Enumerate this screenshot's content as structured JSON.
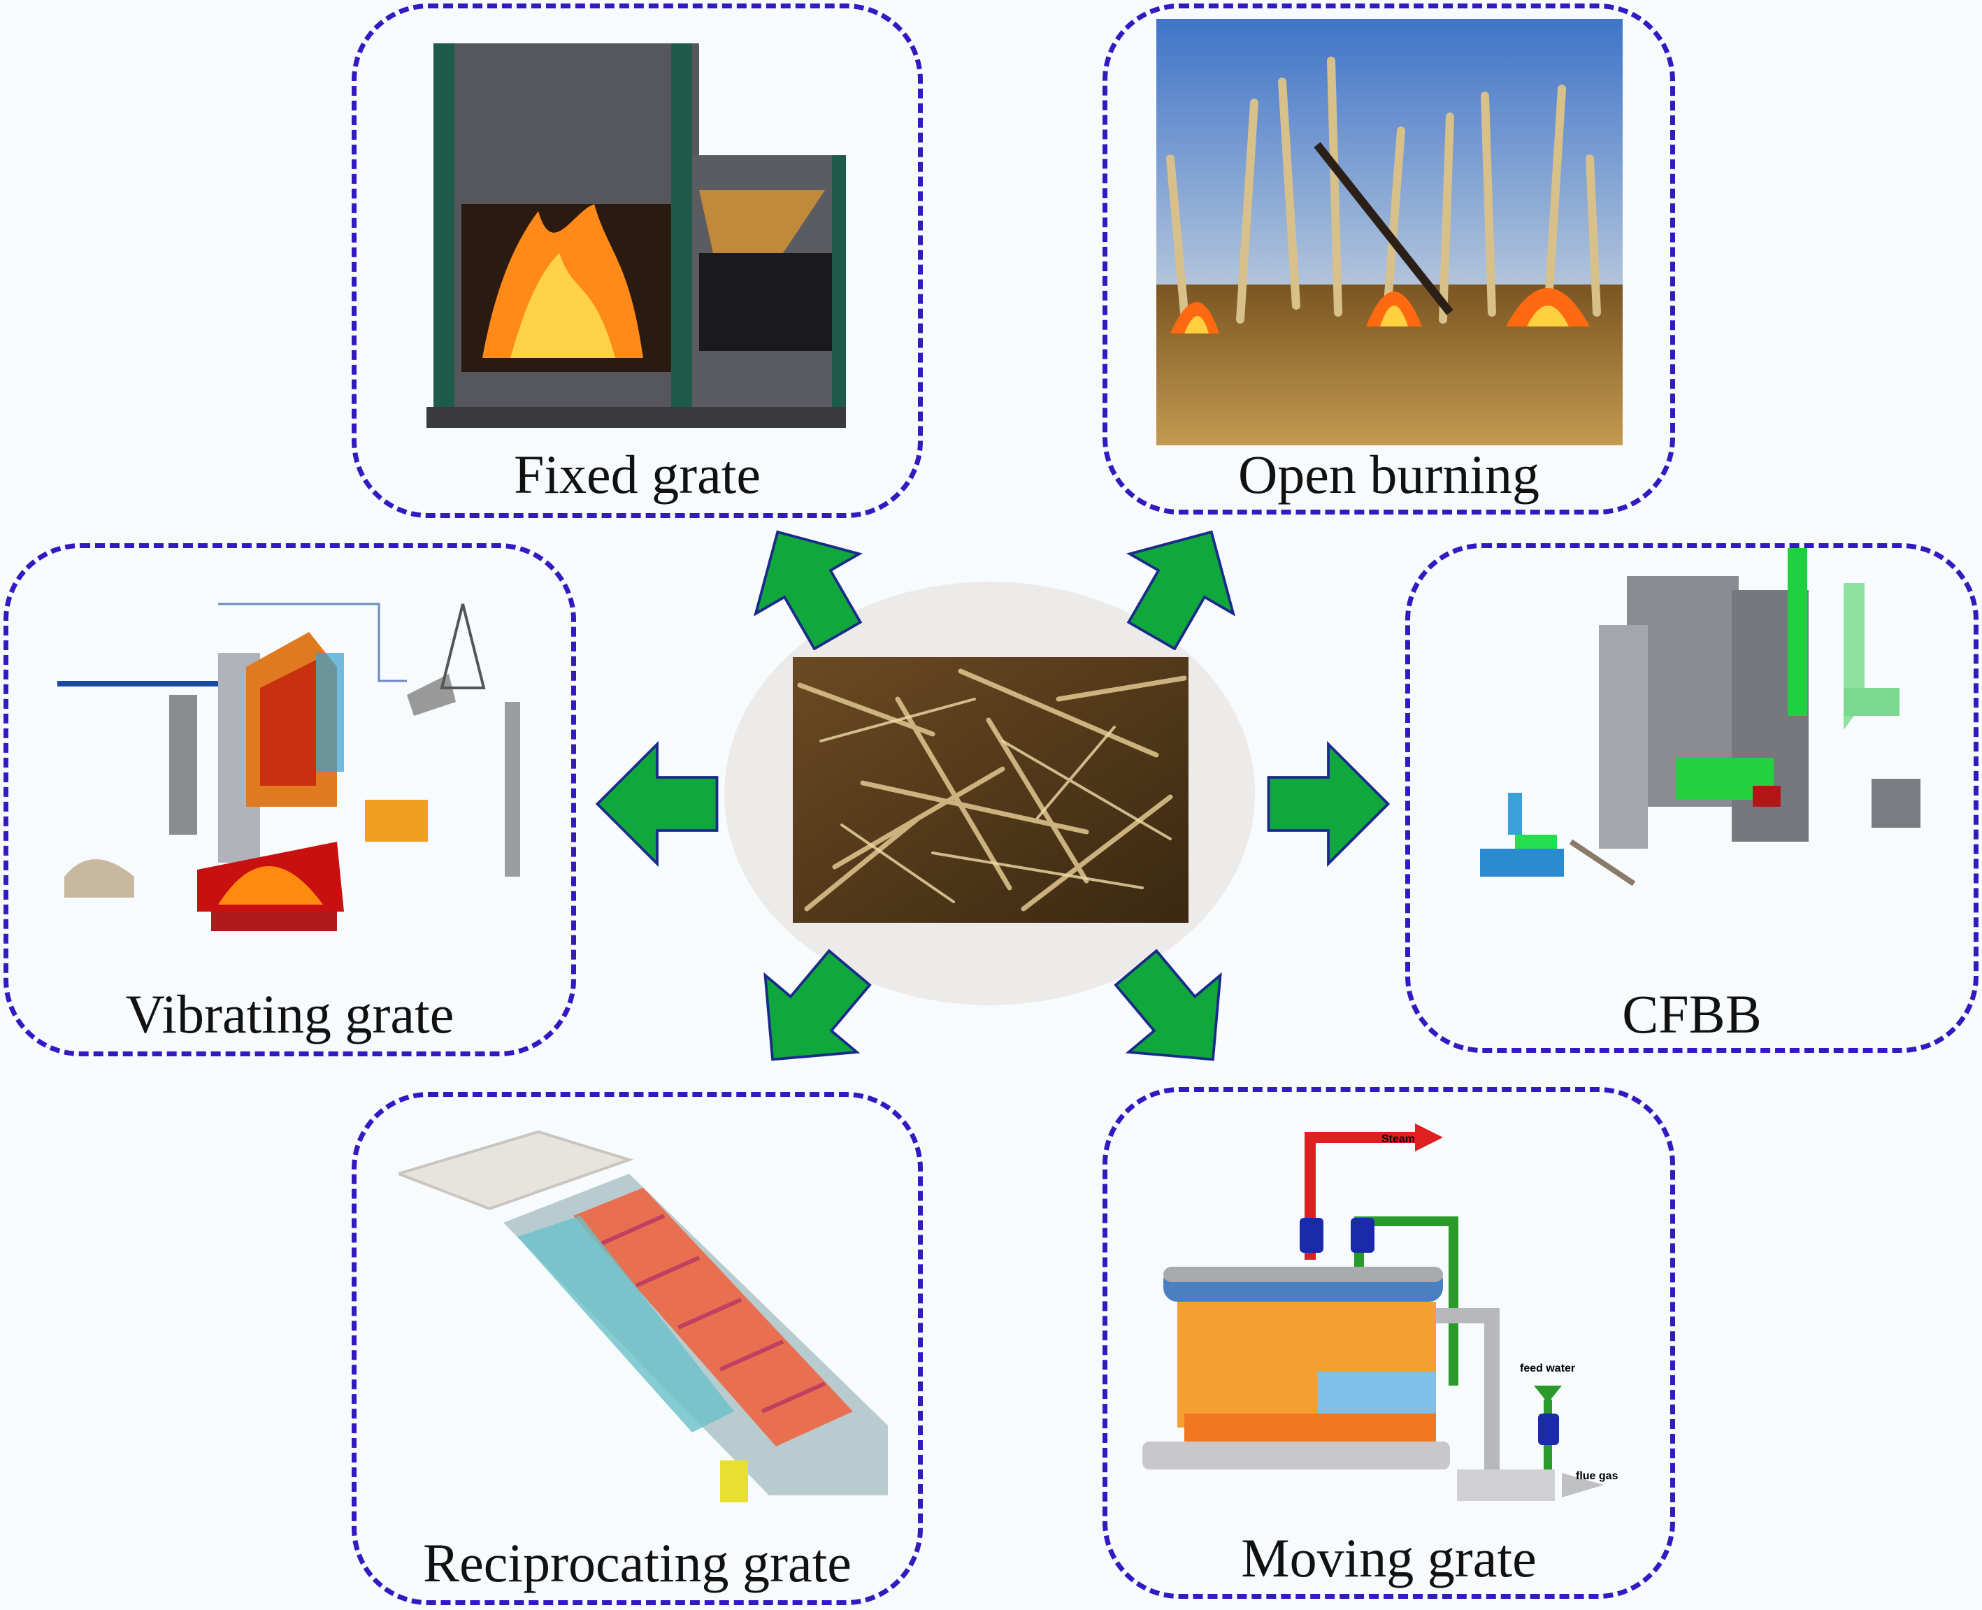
{
  "center": {
    "name": "biomass-straw"
  },
  "panels": {
    "fixed_grate": {
      "label": "Fixed grate"
    },
    "open_burning": {
      "label": "Open burning"
    },
    "vibrating_grate": {
      "label": "Vibrating grate"
    },
    "cfbb": {
      "label": "CFBB"
    },
    "reciprocating_grate": {
      "label": "Reciprocating grate"
    },
    "moving_grate": {
      "label": "Moving grate",
      "steam": "Steam",
      "feed_water": "feed water",
      "flue_gas": "flue gas"
    }
  },
  "colors": {
    "border": "#3419c0",
    "arrow_fill": "#10a83c",
    "arrow_stroke": "#1a2a8a"
  }
}
